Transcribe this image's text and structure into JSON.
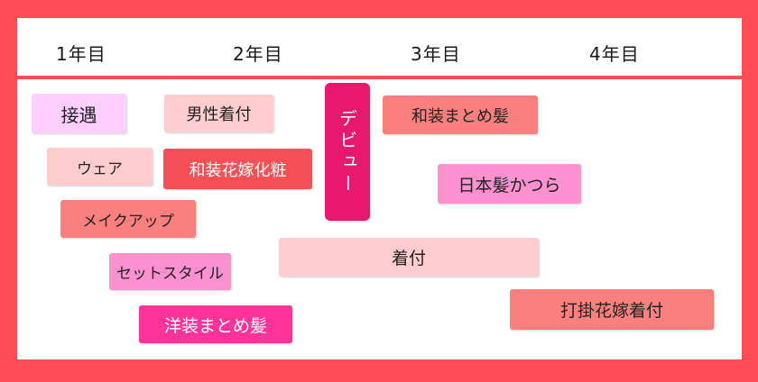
{
  "colors": {
    "frame_red": "#ff4d55",
    "light_purple": "#fccfff",
    "light_pink": "#ffcdcd",
    "salmon": "#fa8080",
    "coral": "#f45055",
    "pink": "#fb91cf",
    "magenta": "#ff3399",
    "deep_magenta": "#e8186e"
  },
  "years": [
    "1年目",
    "2年目",
    "3年目",
    "4年目"
  ],
  "blocks": {
    "setsugu": "接遇",
    "wear": "ウェア",
    "makeup": "メイクアップ",
    "setstyle": "セットスタイル",
    "yousou": "洋装まとめ髪",
    "dansei": "男性着付",
    "wasoukesho": "和装花嫁化粧",
    "debut": "デビュー",
    "wasoumatome": "和装まとめ髪",
    "nihongami": "日本髪かつら",
    "kitsuke": "着付",
    "uchikake": "打掛花嫁着付"
  }
}
